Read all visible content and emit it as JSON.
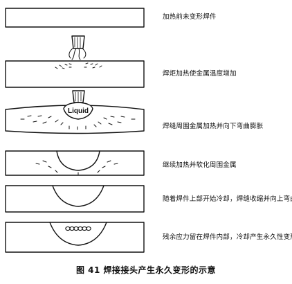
{
  "steps": [
    {
      "label": "加热前未变形焊件"
    },
    {
      "label": "焊炬加热使金属温度增加"
    },
    {
      "label": "焊缝周围金属加热并向下弯曲膨胀",
      "zone_text": "Liquid"
    },
    {
      "label": "继续加热并软化周围金属"
    },
    {
      "label": "随着焊件上部开始冷却，焊缝收缩并向上弯曲"
    },
    {
      "label": "残余应力留在焊件内部，冷却产生永久性变形"
    }
  ],
  "caption": "图 41   焊接接头产生永久变形的示意",
  "colors": {
    "ink": "#111111",
    "background": "#ffffff"
  }
}
